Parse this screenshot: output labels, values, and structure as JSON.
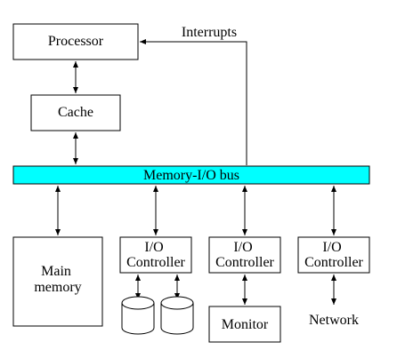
{
  "colors": {
    "bus": "#00ffff",
    "line": "#000000",
    "box": "#ffffff"
  },
  "labels": {
    "processor": "Processor",
    "cache": "Cache",
    "interrupts": "Interrupts",
    "bus": "Memory-I/O bus",
    "main_memory": [
      "Main",
      "memory"
    ],
    "io_controller": [
      "I/O",
      "Controller"
    ],
    "monitor": "Monitor",
    "network": "Network"
  },
  "icons": {
    "disk": "disk-icon"
  }
}
